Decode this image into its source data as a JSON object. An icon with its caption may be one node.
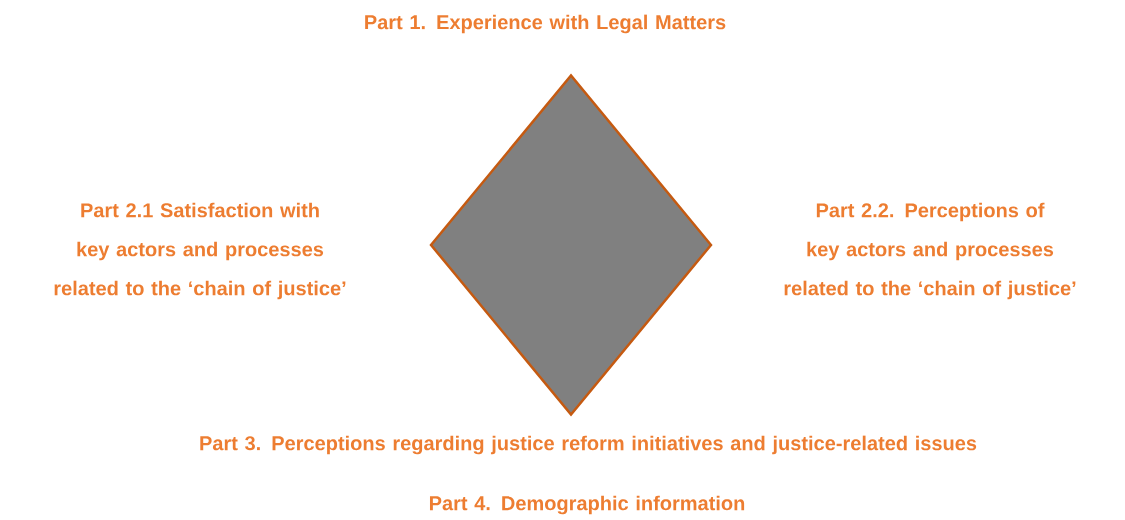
{
  "diagram": {
    "nodes": [
      {
        "text": [],
        "shape": "diamond"
      }
    ],
    "labels": [
      "Part 1. Experience with Legal Matters",
      "Part 2.1 Satisfaction with key actors and processes related to the ‘chain of justice’",
      "Part 2.2. Perceptions of key actors and processes related to the ‘chain of justice’",
      "Part 3. Perceptions regarding justice reform initiatives and justice-related issues",
      "Part 4. Demographic information"
    ]
  }
}
